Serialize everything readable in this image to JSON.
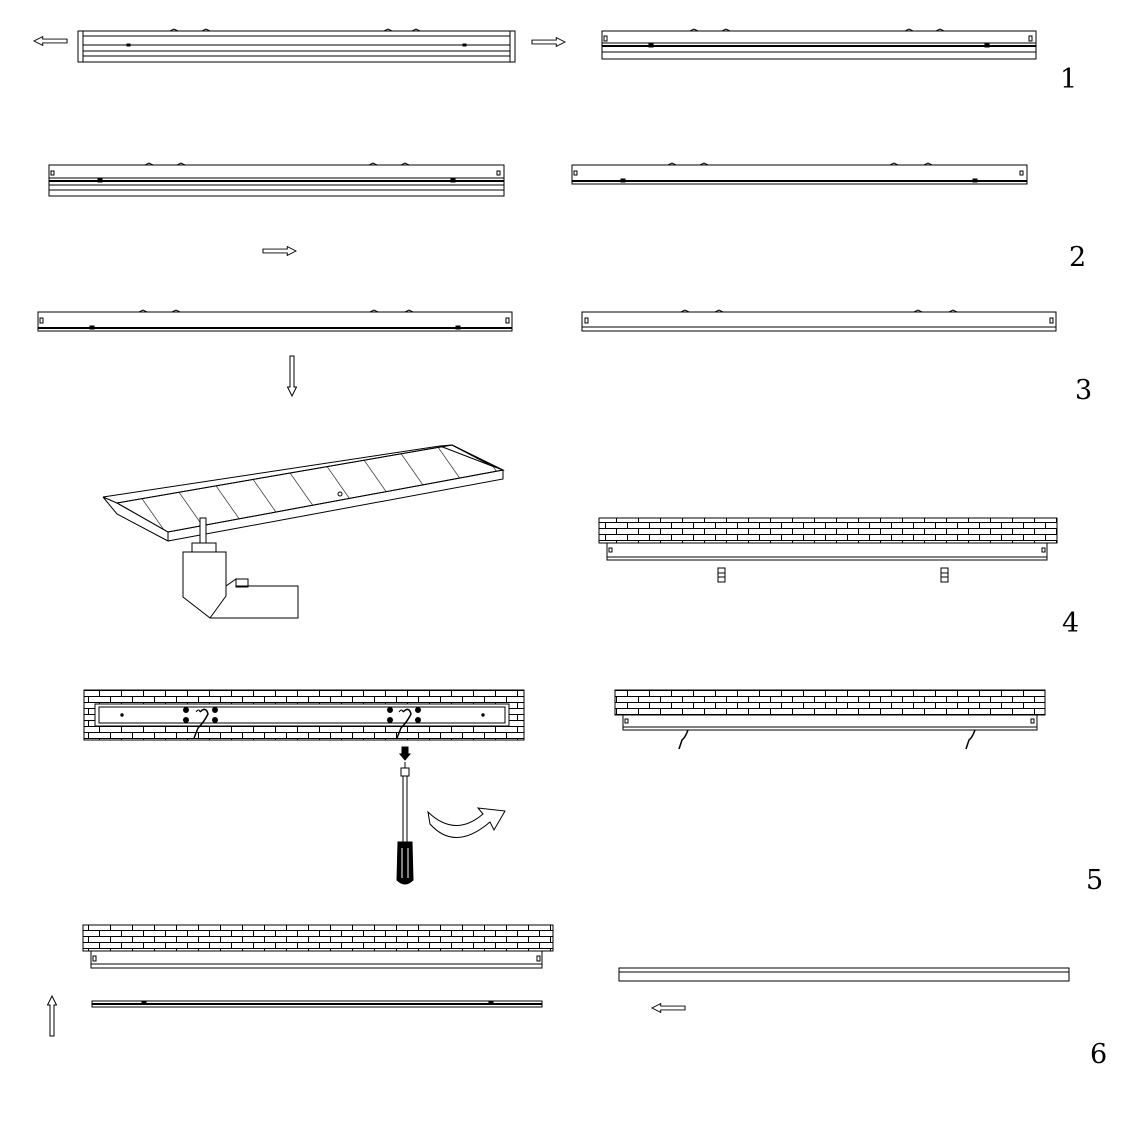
{
  "steps": [
    {
      "label": "1"
    },
    {
      "label": "2"
    },
    {
      "label": "3"
    },
    {
      "label": "4"
    },
    {
      "label": "5"
    },
    {
      "label": "6"
    }
  ],
  "colors": {
    "line": "#000000",
    "background": "#ffffff"
  },
  "icons": [
    "arrow-left-icon",
    "arrow-right-icon",
    "arrow-down-icon",
    "arrow-up-icon",
    "rotate-arrow-icon",
    "screwdriver-icon",
    "drill-icon",
    "screw-icon",
    "anchor-icon",
    "cable-icon"
  ]
}
